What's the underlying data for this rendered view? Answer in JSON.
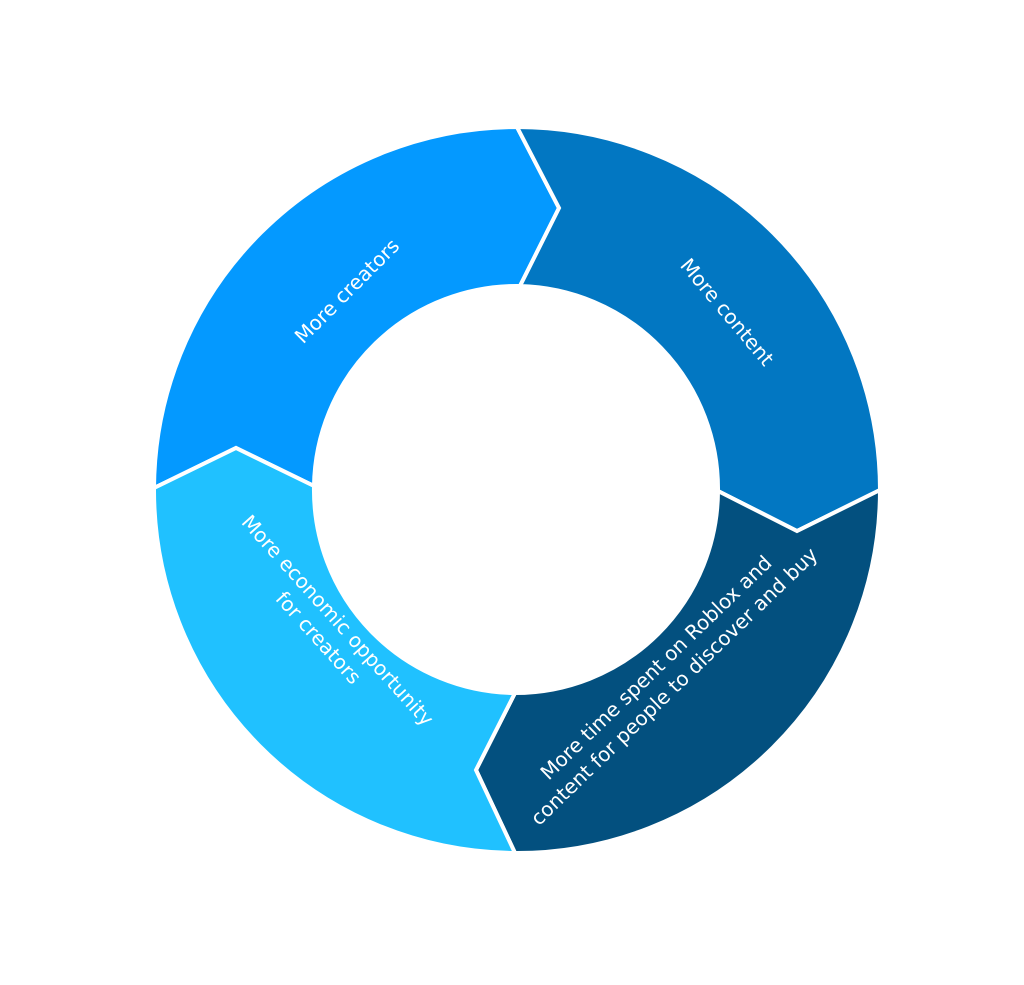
{
  "diagram": {
    "type": "cycle-ring",
    "divider_color": "#ffffff",
    "segments": [
      {
        "key": "creators",
        "icon": "arrow-segment",
        "color": "#0499ff",
        "lines": [
          "More creators"
        ]
      },
      {
        "key": "content",
        "icon": "arrow-segment",
        "color": "#0277c2",
        "lines": [
          "More content"
        ]
      },
      {
        "key": "time-spent",
        "icon": "arrow-segment",
        "color": "#03507f",
        "lines": [
          "More time spent on Roblox and",
          "content for people to discover and buy"
        ]
      },
      {
        "key": "economic-opportunity",
        "icon": "arrow-segment",
        "color": "#20c1ff",
        "lines": [
          "More economic opportunity",
          "for creators"
        ]
      }
    ]
  }
}
